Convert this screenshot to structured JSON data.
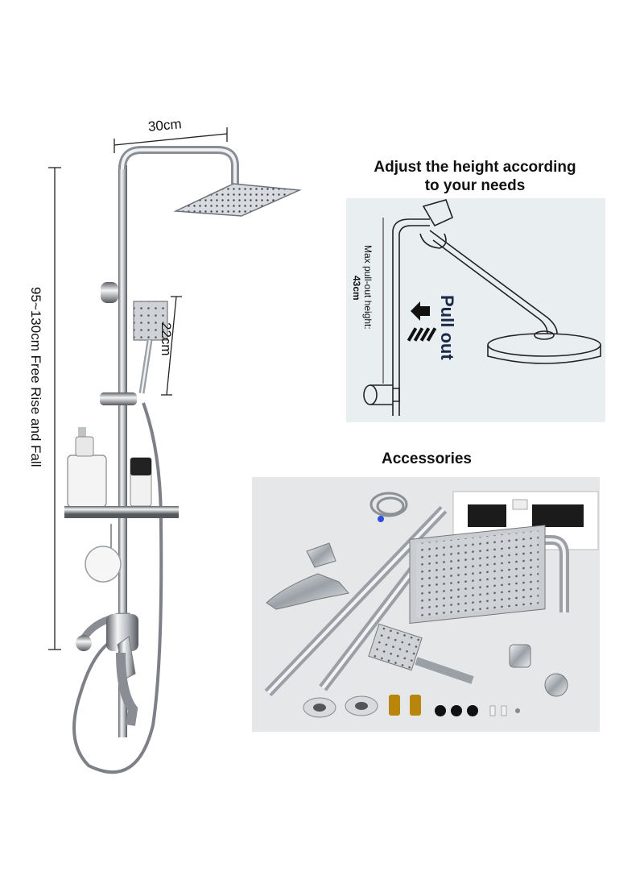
{
  "dimensions": {
    "width_label": "30cm",
    "handheld_label": "22cm",
    "height_label": "95~130cm Free Rise and Fall"
  },
  "adjust_panel": {
    "title_line1": "Adjust the height according",
    "title_line2": "to your needs",
    "max_label": "Max pull-out height:",
    "max_value": "43cm",
    "pull_label": "Pull out"
  },
  "accessories": {
    "title": "Accessories"
  },
  "colors": {
    "chrome_dark": "#6e7278",
    "chrome_light": "#eef0f2",
    "panel_bg": "#e9eef1",
    "accessory_bg": "#e6e7e8",
    "navy_text": "#1c2a4a"
  }
}
